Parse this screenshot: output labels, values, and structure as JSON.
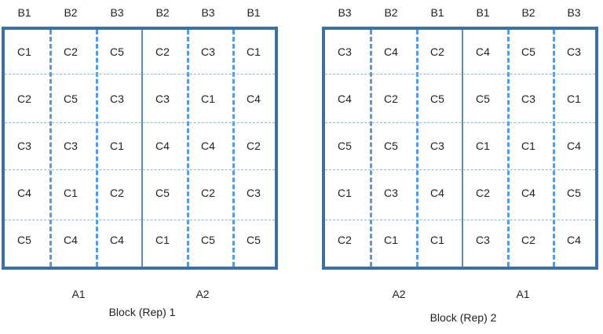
{
  "blocks": [
    {
      "caption": "Block (Rep) 1",
      "a_levels": [
        "A1",
        "A2"
      ],
      "b_headers": [
        "B1",
        "B2",
        "B3",
        "B2",
        "B3",
        "B1"
      ],
      "rows": [
        [
          "C1",
          "C2",
          "C5",
          "C2",
          "C3",
          "C1"
        ],
        [
          "C2",
          "C5",
          "C3",
          "C3",
          "C1",
          "C4"
        ],
        [
          "C3",
          "C3",
          "C1",
          "C4",
          "C4",
          "C2"
        ],
        [
          "C4",
          "C1",
          "C2",
          "C5",
          "C2",
          "C3"
        ],
        [
          "C5",
          "C4",
          "C4",
          "C1",
          "C5",
          "C5"
        ]
      ]
    },
    {
      "caption": "Block (Rep) 2",
      "a_levels": [
        "A2",
        "A1"
      ],
      "b_headers": [
        "B3",
        "B2",
        "B1",
        "B1",
        "B2",
        "B3"
      ],
      "rows": [
        [
          "C3",
          "C4",
          "C2",
          "C4",
          "C5",
          "C3"
        ],
        [
          "C4",
          "C2",
          "C5",
          "C5",
          "C3",
          "C1"
        ],
        [
          "C5",
          "C5",
          "C3",
          "C1",
          "C1",
          "C4"
        ],
        [
          "C1",
          "C3",
          "C4",
          "C2",
          "C4",
          "C5"
        ],
        [
          "C2",
          "C1",
          "C1",
          "C3",
          "C2",
          "C4"
        ]
      ]
    }
  ],
  "colors": {
    "border": "#3e6f9d",
    "split_line": "#5b8fc0",
    "dashed_line": "#5b9bd5",
    "row_line": "#8db4df"
  }
}
